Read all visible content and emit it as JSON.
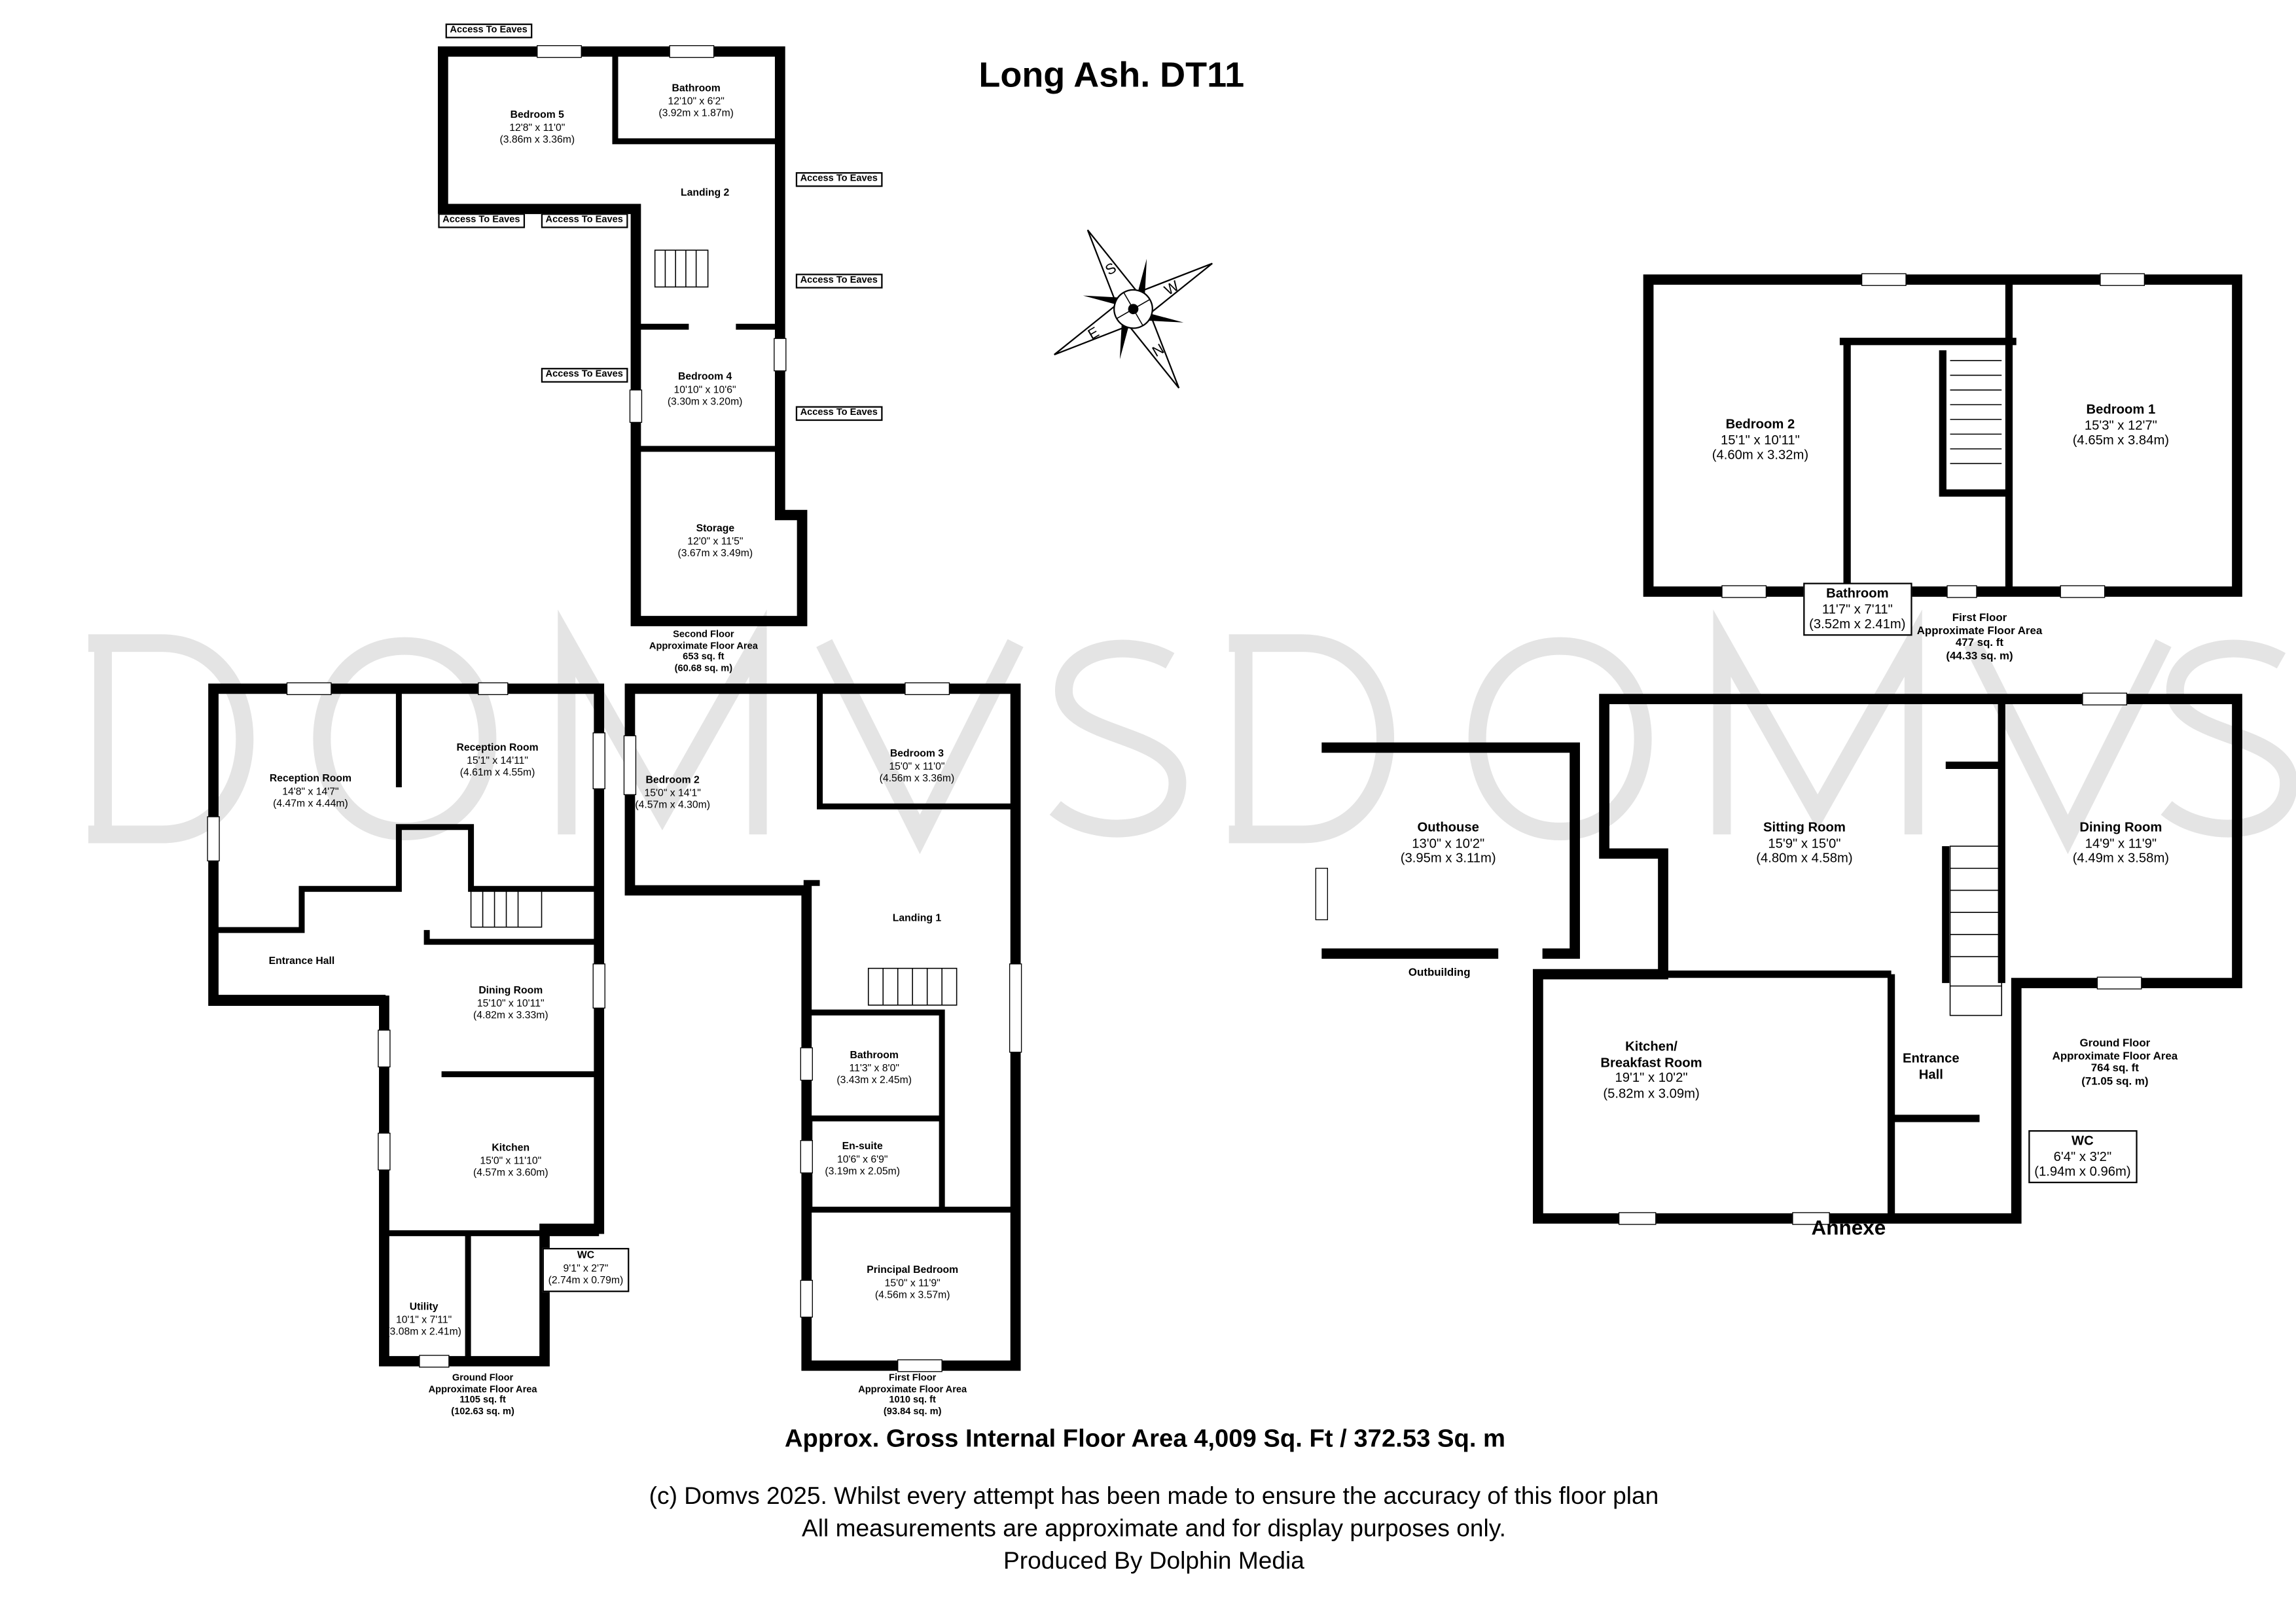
{
  "title": "Long Ash. DT11",
  "watermark": [
    "D",
    "O",
    "M",
    "V",
    "S",
    "D",
    "O",
    "M",
    "V",
    "S"
  ],
  "compass": {
    "letters": [
      "S",
      "W",
      "E",
      "N"
    ]
  },
  "access_label": "Access To Eaves",
  "second_floor": {
    "rooms": [
      {
        "name": "Bedroom 5",
        "imperial": "12'8\" x 11'0\"",
        "metric": "(3.86m x 3.36m)"
      },
      {
        "name": "Bathroom",
        "imperial": "12'10\" x 6'2\"",
        "metric": "(3.92m x 1.87m)"
      },
      {
        "name": "Landing 2"
      },
      {
        "name": "Bedroom 4",
        "imperial": "10'10\" x 10'6\"",
        "metric": "(3.30m x 3.20m)"
      },
      {
        "name": "Storage",
        "imperial": "12'0\" x 11'5\"",
        "metric": "(3.67m x 3.49m)"
      }
    ],
    "area": {
      "floor": "Second Floor",
      "label": "Approximate Floor Area",
      "sqft": "653 sq. ft",
      "sqm": "(60.68 sq. m)"
    }
  },
  "ground_floor": {
    "rooms": [
      {
        "name": "Reception Room",
        "imperial": "14'8\" x 14'7\"",
        "metric": "(4.47m x 4.44m)"
      },
      {
        "name": "Reception Room",
        "imperial": "15'1\" x 14'11\"",
        "metric": "(4.61m x 4.55m)"
      },
      {
        "name": "Entrance Hall"
      },
      {
        "name": "Dining Room",
        "imperial": "15'10\" x 10'11\"",
        "metric": "(4.82m x 3.33m)"
      },
      {
        "name": "Kitchen",
        "imperial": "15'0\" x 11'10\"",
        "metric": "(4.57m x 3.60m)"
      },
      {
        "name": "Utility",
        "imperial": "10'1\" x 7'11\"",
        "metric": "(3.08m x 2.41m)"
      },
      {
        "name": "WC",
        "imperial": "9'1\" x 2'7\"",
        "metric": "(2.74m x 0.79m)"
      }
    ],
    "area": {
      "floor": "Ground Floor",
      "label": "Approximate Floor Area",
      "sqft": "1105 sq. ft",
      "sqm": "(102.63 sq. m)"
    }
  },
  "first_floor": {
    "rooms": [
      {
        "name": "Bedroom 2",
        "imperial": "15'0\" x 14'1\"",
        "metric": "(4.57m x 4.30m)"
      },
      {
        "name": "Bedroom 3",
        "imperial": "15'0\" x 11'0\"",
        "metric": "(4.56m x 3.36m)"
      },
      {
        "name": "Landing 1"
      },
      {
        "name": "Bathroom",
        "imperial": "11'3\" x 8'0\"",
        "metric": "(3.43m x 2.45m)"
      },
      {
        "name": "En-suite",
        "imperial": "10'6\" x 6'9\"",
        "metric": "(3.19m x 2.05m)"
      },
      {
        "name": "Principal Bedroom",
        "imperial": "15'0\" x 11'9\"",
        "metric": "(4.56m x 3.57m)"
      }
    ],
    "area": {
      "floor": "First Floor",
      "label": "Approximate Floor Area",
      "sqft": "1010 sq. ft",
      "sqm": "(93.84 sq. m)"
    }
  },
  "annexe": {
    "label": "Annexe",
    "first_floor": {
      "rooms": [
        {
          "name": "Bedroom 2",
          "imperial": "15'1\" x 10'11\"",
          "metric": "(4.60m x 3.32m)"
        },
        {
          "name": "Bedroom 1",
          "imperial": "15'3\" x 12'7\"",
          "metric": "(4.65m x 3.84m)"
        },
        {
          "name": "Bathroom",
          "imperial": "11'7\" x 7'11\"",
          "metric": "(3.52m x 2.41m)"
        }
      ],
      "area": {
        "floor": "First Floor",
        "label": "Approximate Floor Area",
        "sqft": "477 sq. ft",
        "sqm": "(44.33 sq. m)"
      }
    },
    "ground_floor": {
      "rooms": [
        {
          "name": "Sitting Room",
          "imperial": "15'9\" x 15'0\"",
          "metric": "(4.80m x 4.58m)"
        },
        {
          "name": "Dining Room",
          "imperial": "14'9\" x 11'9\"",
          "metric": "(4.49m x 3.58m)"
        },
        {
          "name": "Kitchen/",
          "name2": "Breakfast Room",
          "imperial": "19'1\" x 10'2\"",
          "metric": "(5.82m x 3.09m)"
        },
        {
          "name": "Entrance",
          "name2": "Hall"
        },
        {
          "name": "WC",
          "imperial": "6'4\" x 3'2\"",
          "metric": "(1.94m x 0.96m)"
        }
      ],
      "area": {
        "floor": "Ground Floor",
        "label": "Approximate Floor Area",
        "sqft": "764 sq. ft",
        "sqm": "(71.05 sq. m)"
      }
    },
    "outbuilding": {
      "label": "Outbuilding",
      "room": {
        "name": "Outhouse",
        "imperial": "13'0\" x 10'2\"",
        "metric": "(3.95m x 3.11m)"
      }
    }
  },
  "footer": {
    "gross": "Approx. Gross Internal Floor Area 4,009 Sq. Ft / 372.53 Sq. m",
    "line1": "(c) Domvs 2025. Whilst every attempt has been made to ensure the accuracy of this floor plan",
    "line2": "All measurements are approximate and for display purposes only.",
    "line3": "Produced By Dolphin Media"
  }
}
